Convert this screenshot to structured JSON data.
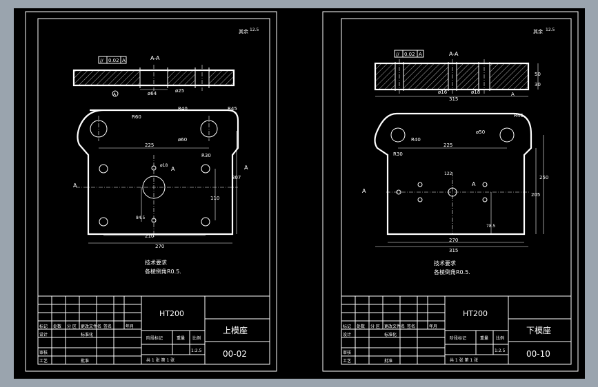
{
  "colors": {
    "background": "#9aa4ae",
    "sheet": "#000000",
    "line": "#ffffff",
    "hatch": "#ffffff"
  },
  "sheets": [
    {
      "roughness": "其余",
      "roughness_value": "12.5",
      "section_label": "A-A",
      "flatness_symbol": "//",
      "flatness_value": "0.02",
      "flatness_datum": "A",
      "section_dims": [
        "ø64",
        "ø25"
      ],
      "datum_label": "A",
      "plan_dims": {
        "width_inner": "225",
        "width_total": "270",
        "bottom_width": "210",
        "height_a": "307",
        "height_b": "110",
        "height_c": "84.5",
        "r_top": "R40",
        "r_right": "R45",
        "d_hole": "ø60",
        "r_top2": "R60",
        "center_dim": "ø18",
        "r_left": "R30"
      },
      "arrow_label": "A",
      "tech_title": "技术要求",
      "tech_note": "各棱倒角R0.5.",
      "title_block": {
        "material": "HT200",
        "part_name": "上模座",
        "drawing_no": "00-02",
        "scale": "1:2.5",
        "sheet_info": "共 1 张    第 1 张",
        "rows": [
          "标记",
          "处数",
          "分 区",
          "更改文件名",
          "签名",
          "年月"
        ],
        "labels": {
          "design": "设计",
          "standard": "标准化",
          "review": "审核",
          "process": "工艺",
          "approve": "批准",
          "stage_mark": "阶段标记",
          "weight": "重量",
          "ratio": "比例"
        }
      }
    },
    {
      "roughness": "其余",
      "roughness_value": "12.5",
      "section_label": "A-A",
      "flatness_symbol": "//",
      "flatness_value": "0.02",
      "flatness_datum": "A",
      "section_dims": [
        "ø16",
        "ø18"
      ],
      "height_dims": [
        "50",
        "30"
      ],
      "overall_width": "315",
      "datum_label": "A",
      "plan_dims": {
        "width_inner": "225",
        "width_total": "270",
        "bottom_width": "315",
        "height_a": "250",
        "height_b": "205",
        "height_c": "78.5",
        "r_top": "R45",
        "r_right": "R40",
        "r_left": "R30",
        "center_dim": "122",
        "d_hole": "ø50"
      },
      "arrow_label": "A",
      "tech_title": "技术要求",
      "tech_note": "各棱倒角R0.5.",
      "title_block": {
        "material": "HT200",
        "part_name": "下模座",
        "drawing_no": "00-10",
        "scale": "1:2.5",
        "sheet_info": "共 1 张    第 1 张",
        "rows": [
          "标记",
          "处数",
          "分 区",
          "更改文件名",
          "签名",
          "年月"
        ],
        "labels": {
          "design": "设计",
          "standard": "标准化",
          "review": "审核",
          "process": "工艺",
          "approve": "批准",
          "stage_mark": "阶段标记",
          "weight": "重量",
          "ratio": "比例"
        }
      }
    }
  ]
}
